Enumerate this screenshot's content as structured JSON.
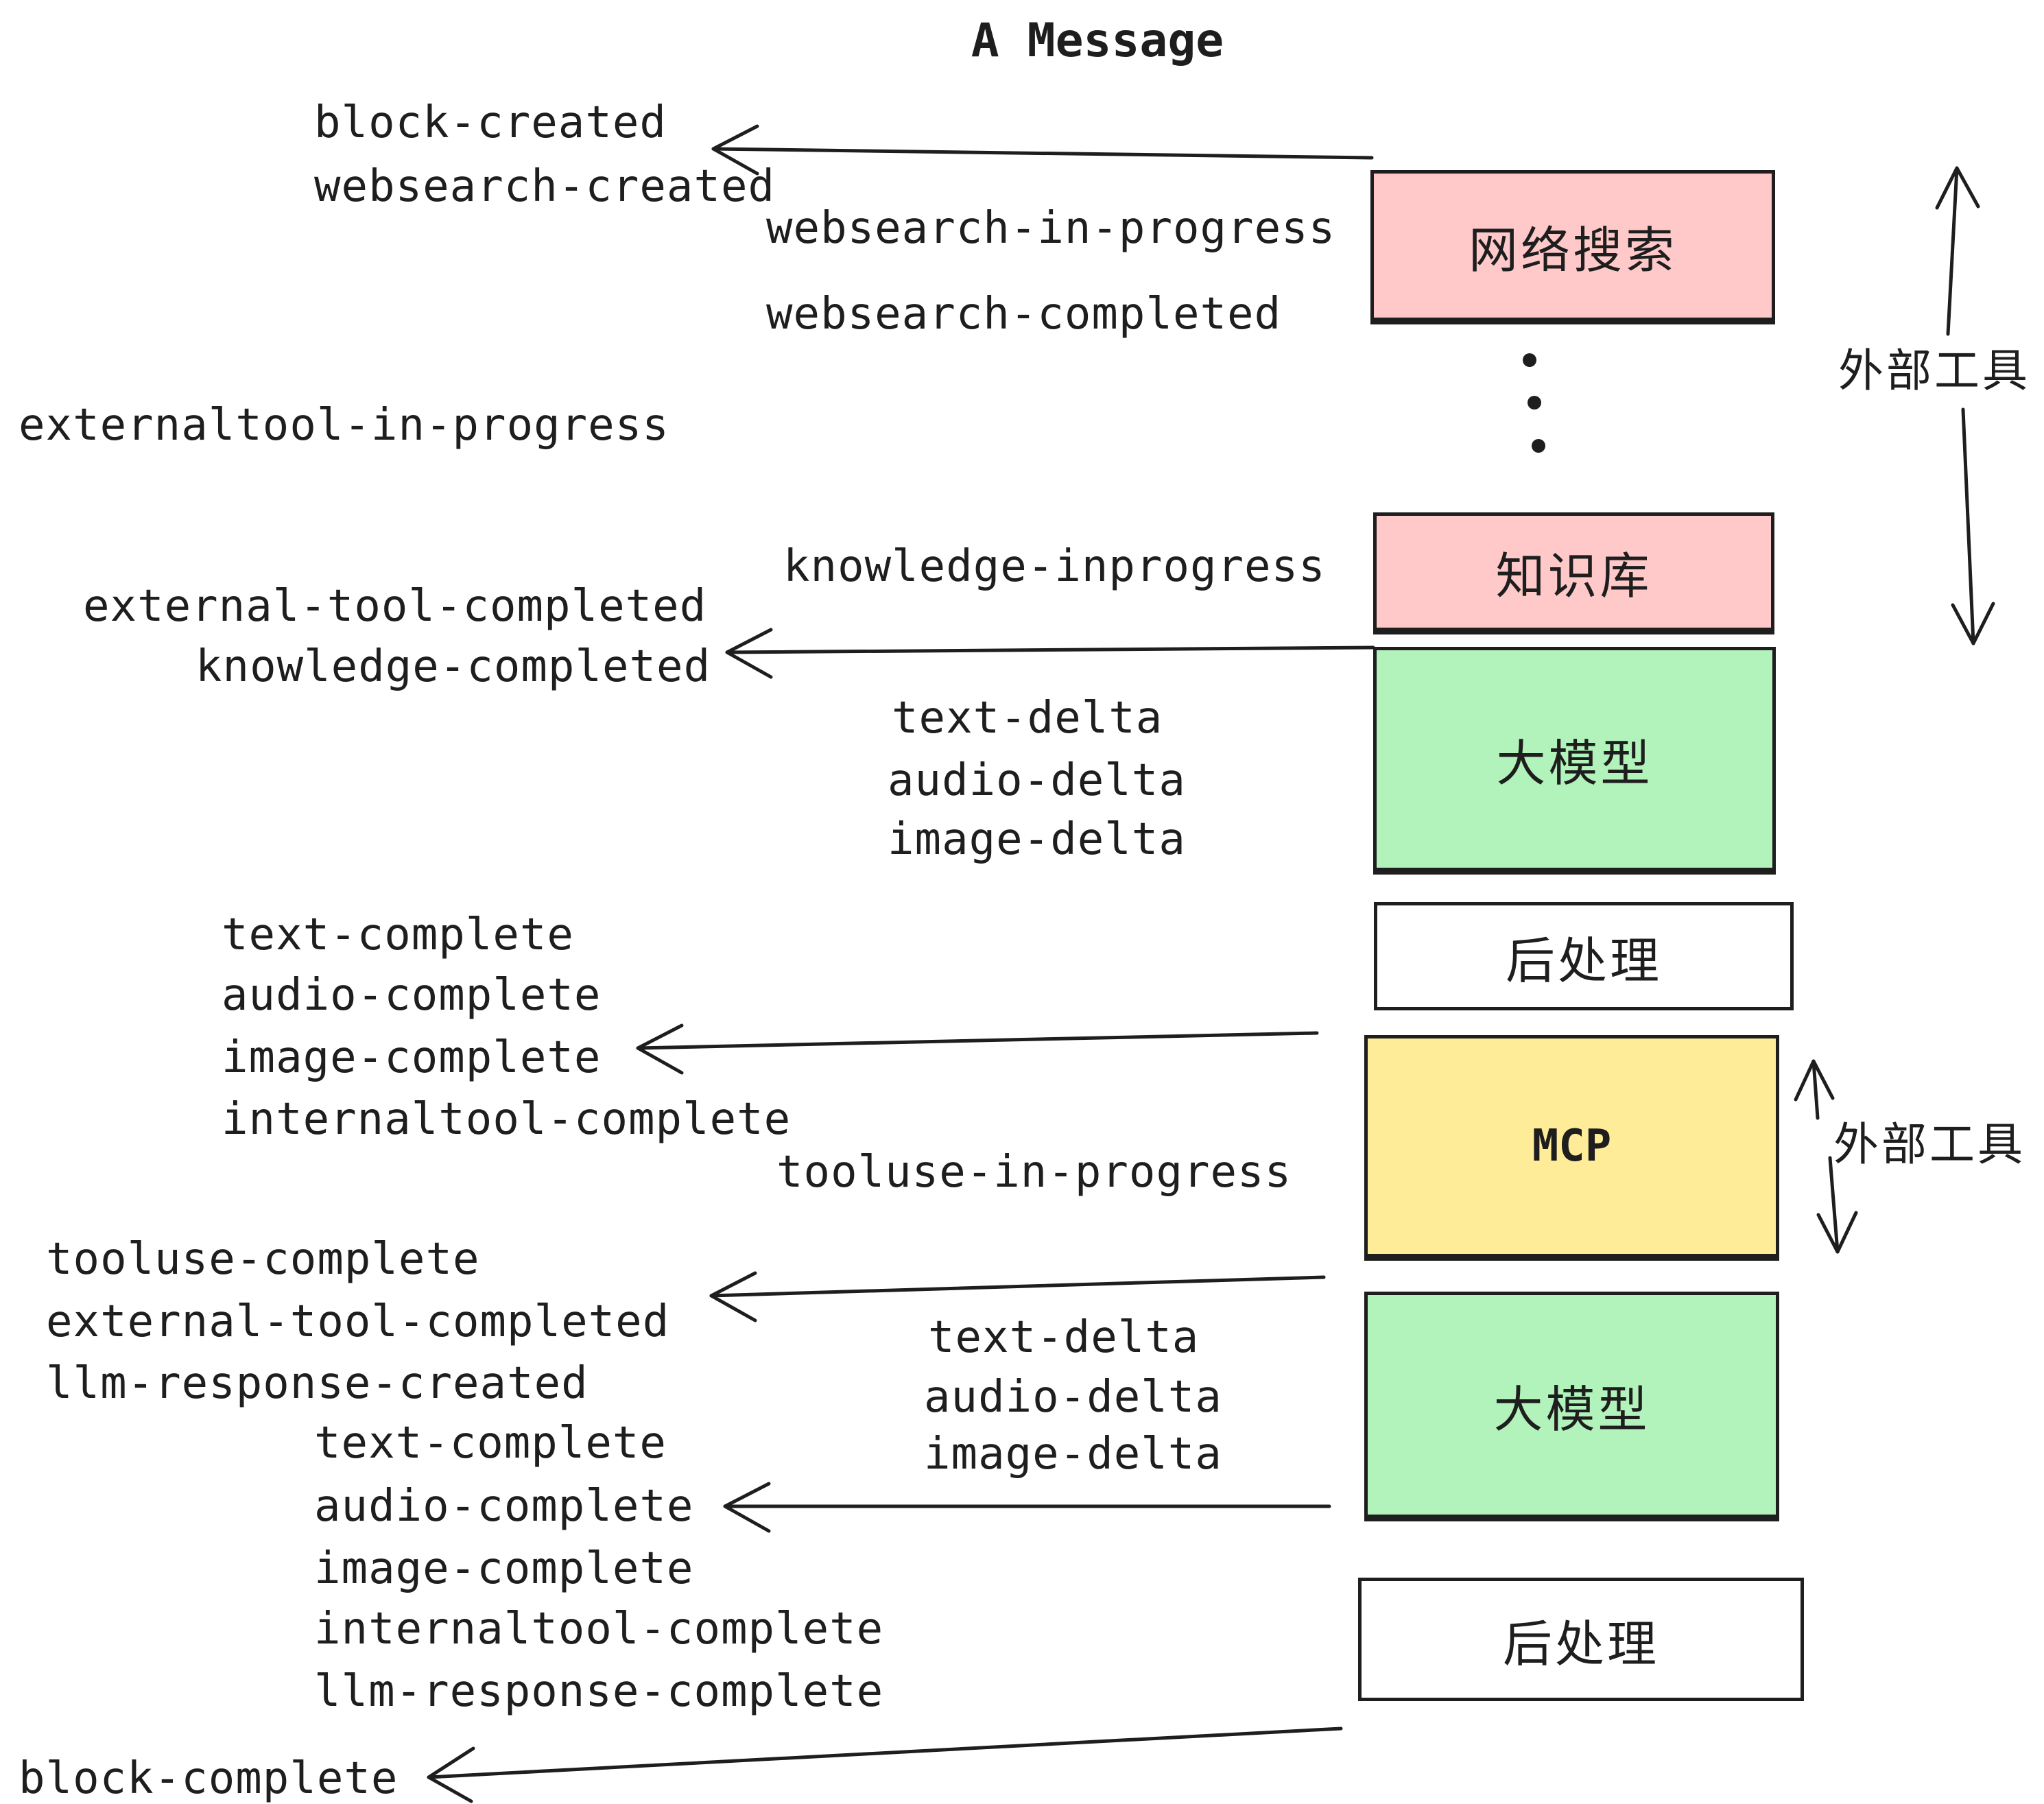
{
  "title": "A Message",
  "palette": {
    "ink": "#1e1e1e",
    "box_pink": "#ffc9c9",
    "box_green": "#b2f2bb",
    "box_yellow": "#ffec99",
    "box_white": "#ffffff"
  },
  "boxes": {
    "websearch": {
      "label": "网络搜索",
      "color": "#ffc9c9"
    },
    "knowledge": {
      "label": "知识库",
      "color": "#ffc9c9"
    },
    "llm1": {
      "label": "大模型",
      "color": "#b2f2bb"
    },
    "post1": {
      "label": "后处理",
      "color": "#ffffff"
    },
    "mcp": {
      "label": "MCP",
      "color": "#ffec99"
    },
    "llm2": {
      "label": "大模型",
      "color": "#b2f2bb"
    },
    "post2": {
      "label": "后处理",
      "color": "#ffffff"
    }
  },
  "side_labels": {
    "external_tools_top": "外部工具",
    "external_tools_bottom": "外部工具"
  },
  "events": {
    "block_created": "block-created",
    "websearch_created": "websearch-created",
    "websearch_in_progress": "websearch-in-progress",
    "websearch_completed": "websearch-completed",
    "externaltool_in_progress": "externaltool-in-progress",
    "knowledge_inprogress": "knowledge-inprogress",
    "external_tool_completed": "external-tool-completed",
    "knowledge_completed": "knowledge-completed",
    "text_delta1": "text-delta",
    "audio_delta1": "audio-delta",
    "image_delta1": "image-delta",
    "text_complete1": "text-complete",
    "audio_complete1": "audio-complete",
    "image_complete1": "image-complete",
    "internaltool_complete1": "internaltool-complete",
    "tooluse_in_progress": "tooluse-in-progress",
    "tooluse_complete": "tooluse-complete",
    "external_tool_completed2": "external-tool-completed",
    "llm_response_created": "llm-response-created",
    "text_delta2": "text-delta",
    "audio_delta2": "audio-delta",
    "image_delta2": "image-delta",
    "text_complete2": "text-complete",
    "audio_complete2": "audio-complete",
    "image_complete2": "image-complete",
    "internaltool_complete2": "internaltool-complete",
    "llm_response_complete": "llm-response-complete",
    "block_complete": "block-complete"
  }
}
